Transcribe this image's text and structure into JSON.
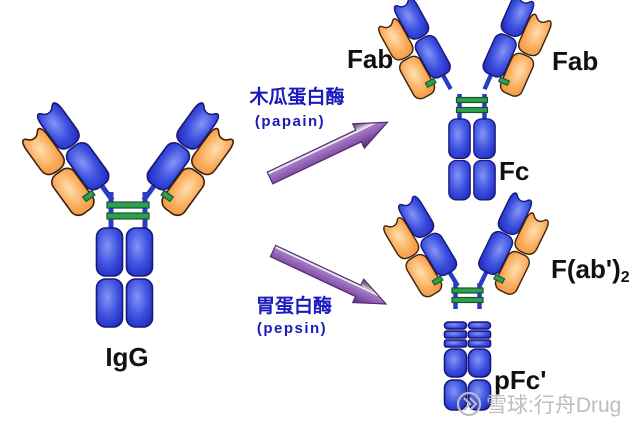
{
  "molecules": {
    "igg": {
      "label": "IgG"
    },
    "fab_left": {
      "label": "Fab"
    },
    "fab_right": {
      "label": "Fab"
    },
    "fc": {
      "label": "Fc"
    },
    "fab2": {
      "label_main": "F(ab')",
      "label_sub": "2"
    },
    "pfc": {
      "label": "pFc'"
    }
  },
  "reactions": {
    "papain": {
      "name_cn": "木瓜蛋白酶",
      "name_en": "(papain)"
    },
    "pepsin": {
      "name_cn": "胃蛋白酶",
      "name_en": "(pepsin)"
    }
  },
  "watermark": {
    "logo_icon": "xueqiu-circle-logo",
    "text": "雪球:行舟Drug"
  },
  "colors": {
    "heavy_chain_blue": "#3c50e0",
    "light_chain_orange": "#fbaf60",
    "hinge_green": "#2e9e50",
    "chain_line_blue": "#2b3bc6",
    "arrow_purple": "#8a5aae",
    "enzyme_text_blue": "#1a1abe",
    "label_black": "#111111",
    "watermark_gray": "#bdbdbd"
  }
}
